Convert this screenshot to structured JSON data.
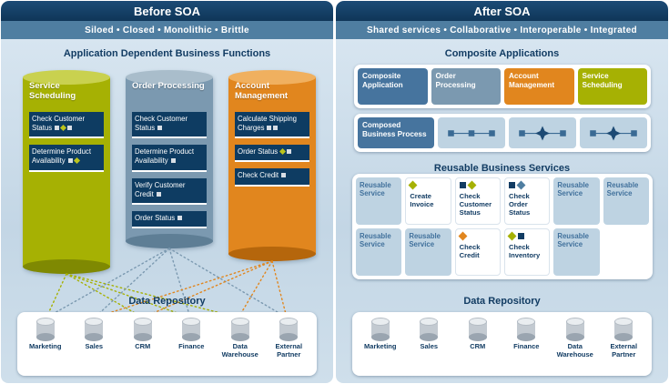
{
  "accent_colors": {
    "navy": "#123c63",
    "steel": "#4f7ea1",
    "olive": "#a6b103",
    "slate": "#7b99b0",
    "orange": "#e1861e"
  },
  "left": {
    "header": "Before SOA",
    "subtitle": "Siloed • Closed • Monolithic • Brittle",
    "section_title": "Application Dependent Business Functions",
    "silos": [
      {
        "title": "Service Scheduling",
        "color": "#a6b103",
        "color_top": "#c9d14f",
        "color_bottom": "#7f8902",
        "items": [
          {
            "label": "Check Customer Status",
            "icons": [
              {
                "shape": "square",
                "color": "#d8dee5"
              },
              {
                "shape": "diamond",
                "color": "#bcc41c"
              },
              {
                "shape": "square",
                "color": "#d8dee5"
              }
            ]
          },
          {
            "label": "Determine Product Availability",
            "icons": [
              {
                "shape": "square",
                "color": "#d8dee5"
              },
              {
                "shape": "diamond",
                "color": "#bcc41c"
              }
            ]
          }
        ]
      },
      {
        "title": "Order Processing",
        "color": "#7b99b0",
        "color_top": "#a9bdcb",
        "color_bottom": "#5e7e95",
        "items": [
          {
            "label": "Check Customer Status",
            "icons": [
              {
                "shape": "square",
                "color": "#d8dee5"
              }
            ]
          },
          {
            "label": "Determine Product Availability",
            "icons": [
              {
                "shape": "square",
                "color": "#d8dee5"
              }
            ]
          },
          {
            "label": "Verify Customer Credit",
            "icons": [
              {
                "shape": "square",
                "color": "#d8dee5"
              }
            ]
          },
          {
            "label": "Order Status",
            "icons": [
              {
                "shape": "square",
                "color": "#d8dee5"
              }
            ]
          }
        ]
      },
      {
        "title": "Account Management",
        "color": "#e1861e",
        "color_top": "#f0b05f",
        "color_bottom": "#b5660c",
        "items": [
          {
            "label": "Calculate Shipping Charges",
            "icons": [
              {
                "shape": "square",
                "color": "#d8dee5"
              },
              {
                "shape": "square",
                "color": "#d8dee5"
              }
            ]
          },
          {
            "label": "Order Status",
            "icons": [
              {
                "shape": "diamond",
                "color": "#bcc41c"
              },
              {
                "shape": "square",
                "color": "#d8dee5"
              }
            ]
          },
          {
            "label": "Check Credit",
            "icons": [
              {
                "shape": "square",
                "color": "#d8dee5"
              }
            ]
          }
        ]
      }
    ],
    "repo": {
      "title": "Data Repository",
      "databases": [
        "Marketing",
        "Sales",
        "CRM",
        "Finance",
        "Data Warehouse",
        "External Partner"
      ]
    }
  },
  "right": {
    "header": "After SOA",
    "subtitle": "Shared services • Collaborative • Interoperable • Integrated",
    "composite": {
      "title": "Composite Applications",
      "apps": [
        {
          "label": "Composite Application",
          "color": "#46749e"
        },
        {
          "label": "Order Processing",
          "color": "#7b99b0"
        },
        {
          "label": "Account Management",
          "color": "#e1861e"
        },
        {
          "label": "Service Scheduling",
          "color": "#a6b103"
        }
      ],
      "process_label": "Composed Business Process",
      "process_color": "#46749e",
      "flow_boxes": [
        {
          "pattern": [
            "square",
            "square",
            "square"
          ]
        },
        {
          "pattern": [
            "square",
            "star",
            "square"
          ]
        },
        {
          "pattern": [
            "square",
            "star",
            "square"
          ]
        }
      ]
    },
    "services": {
      "title": "Reusable Business Services",
      "rows": [
        [
          {
            "label": "Reusable Service",
            "type": "generic"
          },
          {
            "label": "Create Invoice",
            "type": "named",
            "icons": [
              {
                "shape": "diamond",
                "color": "#a6b103"
              }
            ]
          },
          {
            "label": "Check Customer Status",
            "type": "named",
            "icons": [
              {
                "shape": "square",
                "color": "#123c63"
              },
              {
                "shape": "diamond",
                "color": "#a6b103"
              }
            ]
          },
          {
            "label": "Check Order Status",
            "type": "named",
            "icons": [
              {
                "shape": "square",
                "color": "#123c63"
              },
              {
                "shape": "diamond",
                "color": "#4f7ea1"
              }
            ]
          },
          {
            "label": "Reusable Service",
            "type": "generic"
          },
          {
            "label": "Reusable Service",
            "type": "generic"
          }
        ],
        [
          {
            "label": "Reusable Service",
            "type": "generic"
          },
          {
            "label": "Reusable Service",
            "type": "generic"
          },
          {
            "label": "Check Credit",
            "type": "named",
            "icons": [
              {
                "shape": "diamond",
                "color": "#e1861e"
              }
            ]
          },
          {
            "label": "Check Inventory",
            "type": "named",
            "icons": [
              {
                "shape": "diamond",
                "color": "#a6b103"
              },
              {
                "shape": "square",
                "color": "#123c63"
              }
            ]
          },
          {
            "label": "Reusable Service",
            "type": "generic"
          }
        ]
      ]
    },
    "repo": {
      "title": "Data Repository",
      "databases": [
        "Marketing",
        "Sales",
        "CRM",
        "Finance",
        "Data Warehouse",
        "External Partner"
      ]
    }
  }
}
